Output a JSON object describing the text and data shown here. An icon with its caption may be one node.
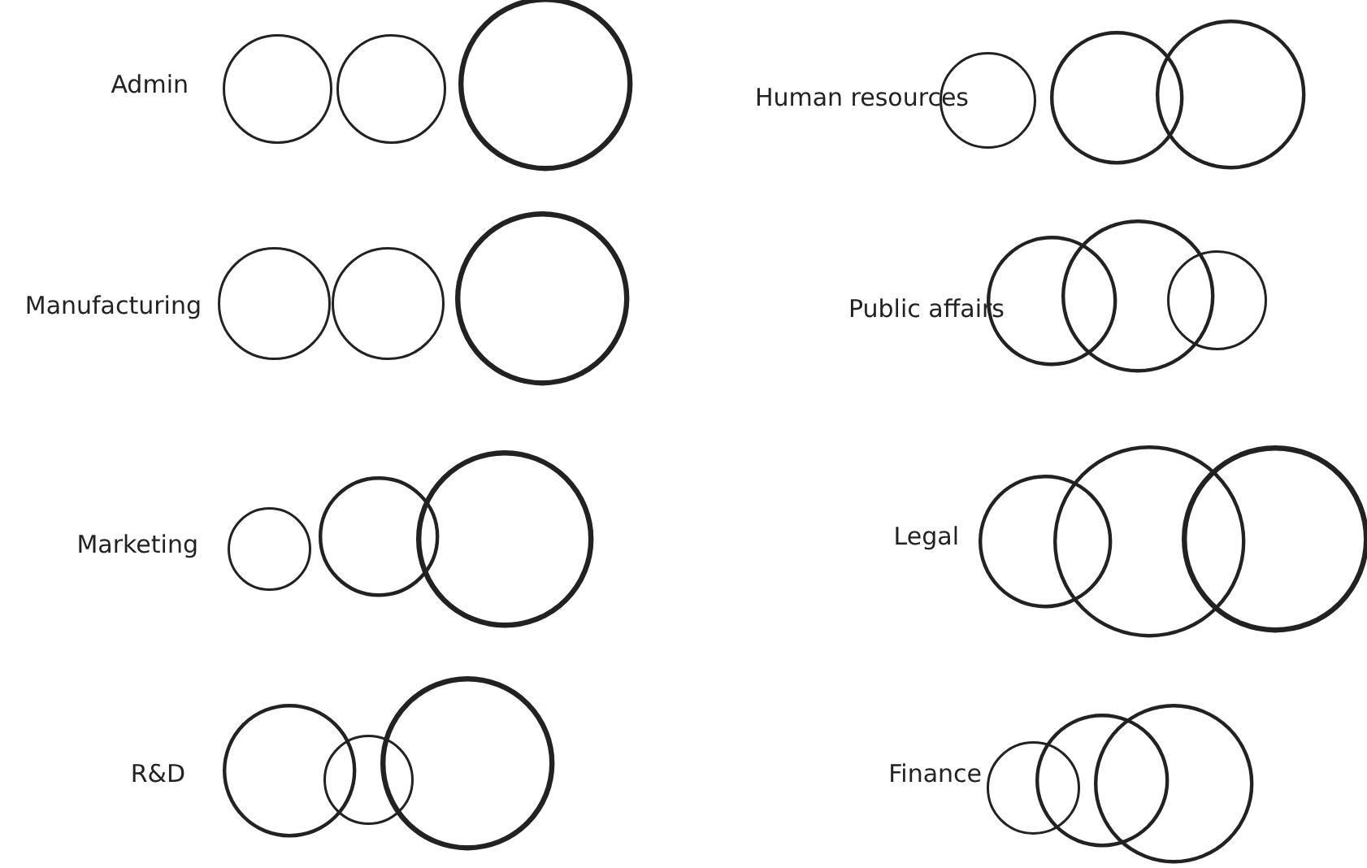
{
  "diagram": {
    "nodes": [
      {
        "text": [],
        "shape": "circle"
      },
      {
        "text": [],
        "shape": "circle"
      },
      {
        "text": [],
        "shape": "circle"
      },
      {
        "text": [],
        "shape": "circle"
      },
      {
        "text": [],
        "shape": "circle"
      },
      {
        "text": [],
        "shape": "circle"
      },
      {
        "text": [],
        "shape": "circle"
      },
      {
        "text": [],
        "shape": "circle"
      },
      {
        "text": [],
        "shape": "circle"
      },
      {
        "text": [],
        "shape": "circle"
      },
      {
        "text": [],
        "shape": "circle"
      },
      {
        "text": [],
        "shape": "circle"
      },
      {
        "text": [],
        "shape": "circle"
      },
      {
        "text": [],
        "shape": "circle"
      },
      {
        "text": [],
        "shape": "circle"
      },
      {
        "text": [],
        "shape": "circle"
      },
      {
        "text": [],
        "shape": "circle"
      },
      {
        "text": [],
        "shape": "circle"
      },
      {
        "text": [],
        "shape": "circle"
      },
      {
        "text": [],
        "shape": "circle"
      },
      {
        "text": [],
        "shape": "circle"
      },
      {
        "text": [],
        "shape": "circle"
      },
      {
        "text": [],
        "shape": "circle"
      },
      {
        "text": [],
        "shape": "circle"
      }
    ],
    "labels": [
      "Admin",
      "Human resources",
      "Manufacturing",
      "Public affairs",
      "Marketing",
      "Legal",
      "R&D",
      "Finance"
    ]
  }
}
